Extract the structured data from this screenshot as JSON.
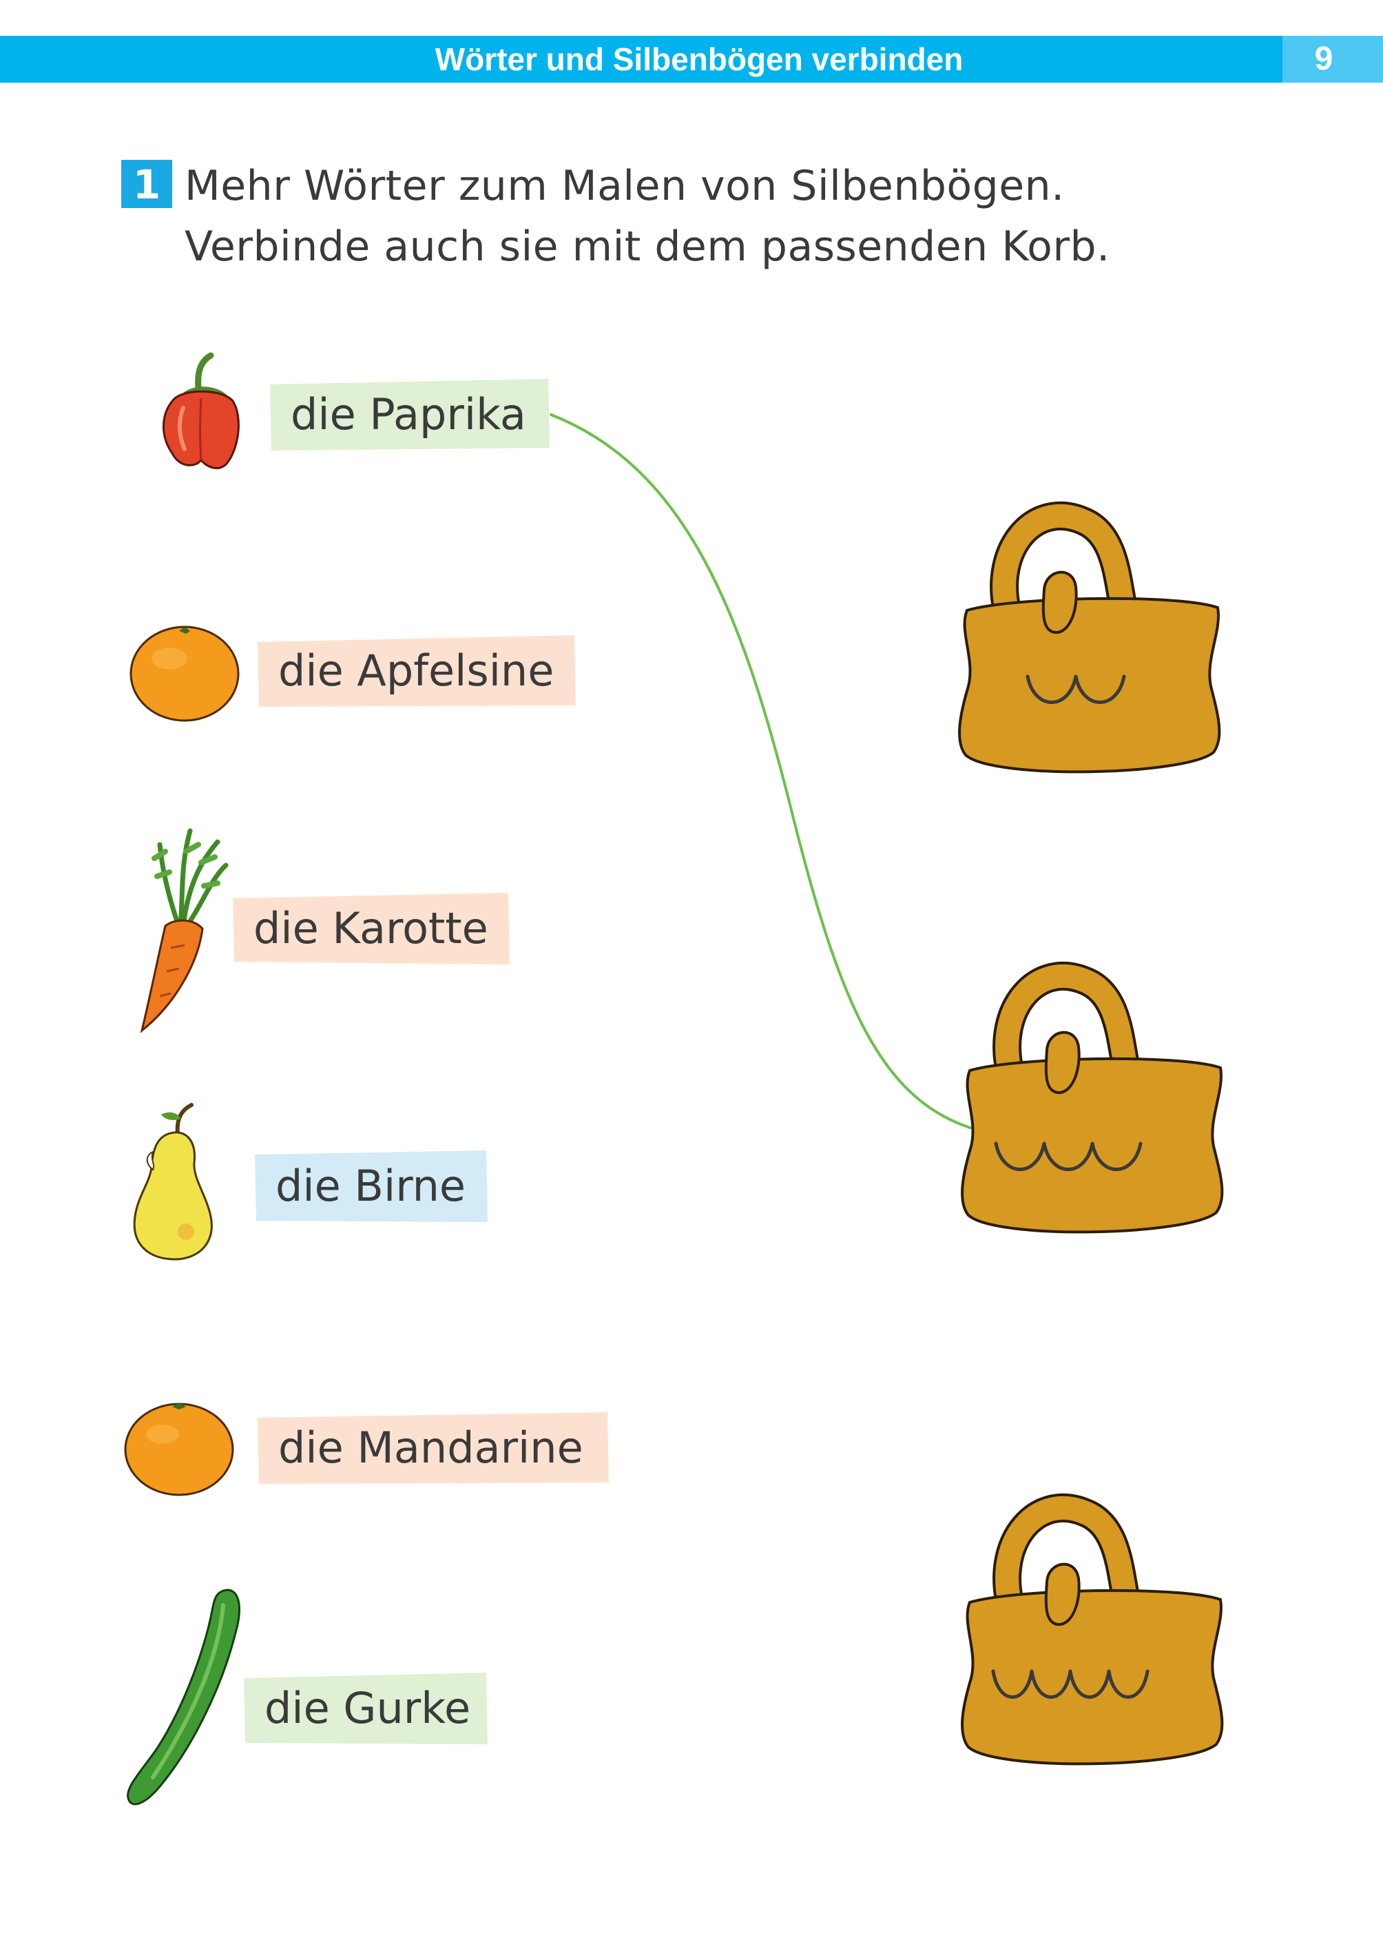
{
  "header": {
    "title": "Wörter und Silbenbögen verbinden",
    "page_number": "9"
  },
  "task": {
    "number": "1",
    "line1": "Mehr Wörter zum Malen von Silbenbögen.",
    "line2": "Verbinde auch sie mit dem passenden Korb."
  },
  "words": [
    {
      "text": "die Paprika",
      "icon": "bell-pepper-icon",
      "color": "#dff0d4"
    },
    {
      "text": "die Apfelsine",
      "icon": "orange-icon",
      "color": "#fde1d0"
    },
    {
      "text": "die Karotte",
      "icon": "carrot-icon",
      "color": "#fde1d0"
    },
    {
      "text": "die Birne",
      "icon": "pear-icon",
      "color": "#d3ebf6"
    },
    {
      "text": "die Mandarine",
      "icon": "mandarin-icon",
      "color": "#fde1d0"
    },
    {
      "text": "die Gurke",
      "icon": "cucumber-icon",
      "color": "#dff0d4"
    }
  ],
  "baskets": [
    {
      "syllables": 2
    },
    {
      "syllables": 3
    },
    {
      "syllables": 4
    }
  ],
  "colors": {
    "header": "#00b3ec",
    "connector_line": "#6cc04a",
    "basket": "#d69a22",
    "basket_outline": "#2b1d08"
  }
}
